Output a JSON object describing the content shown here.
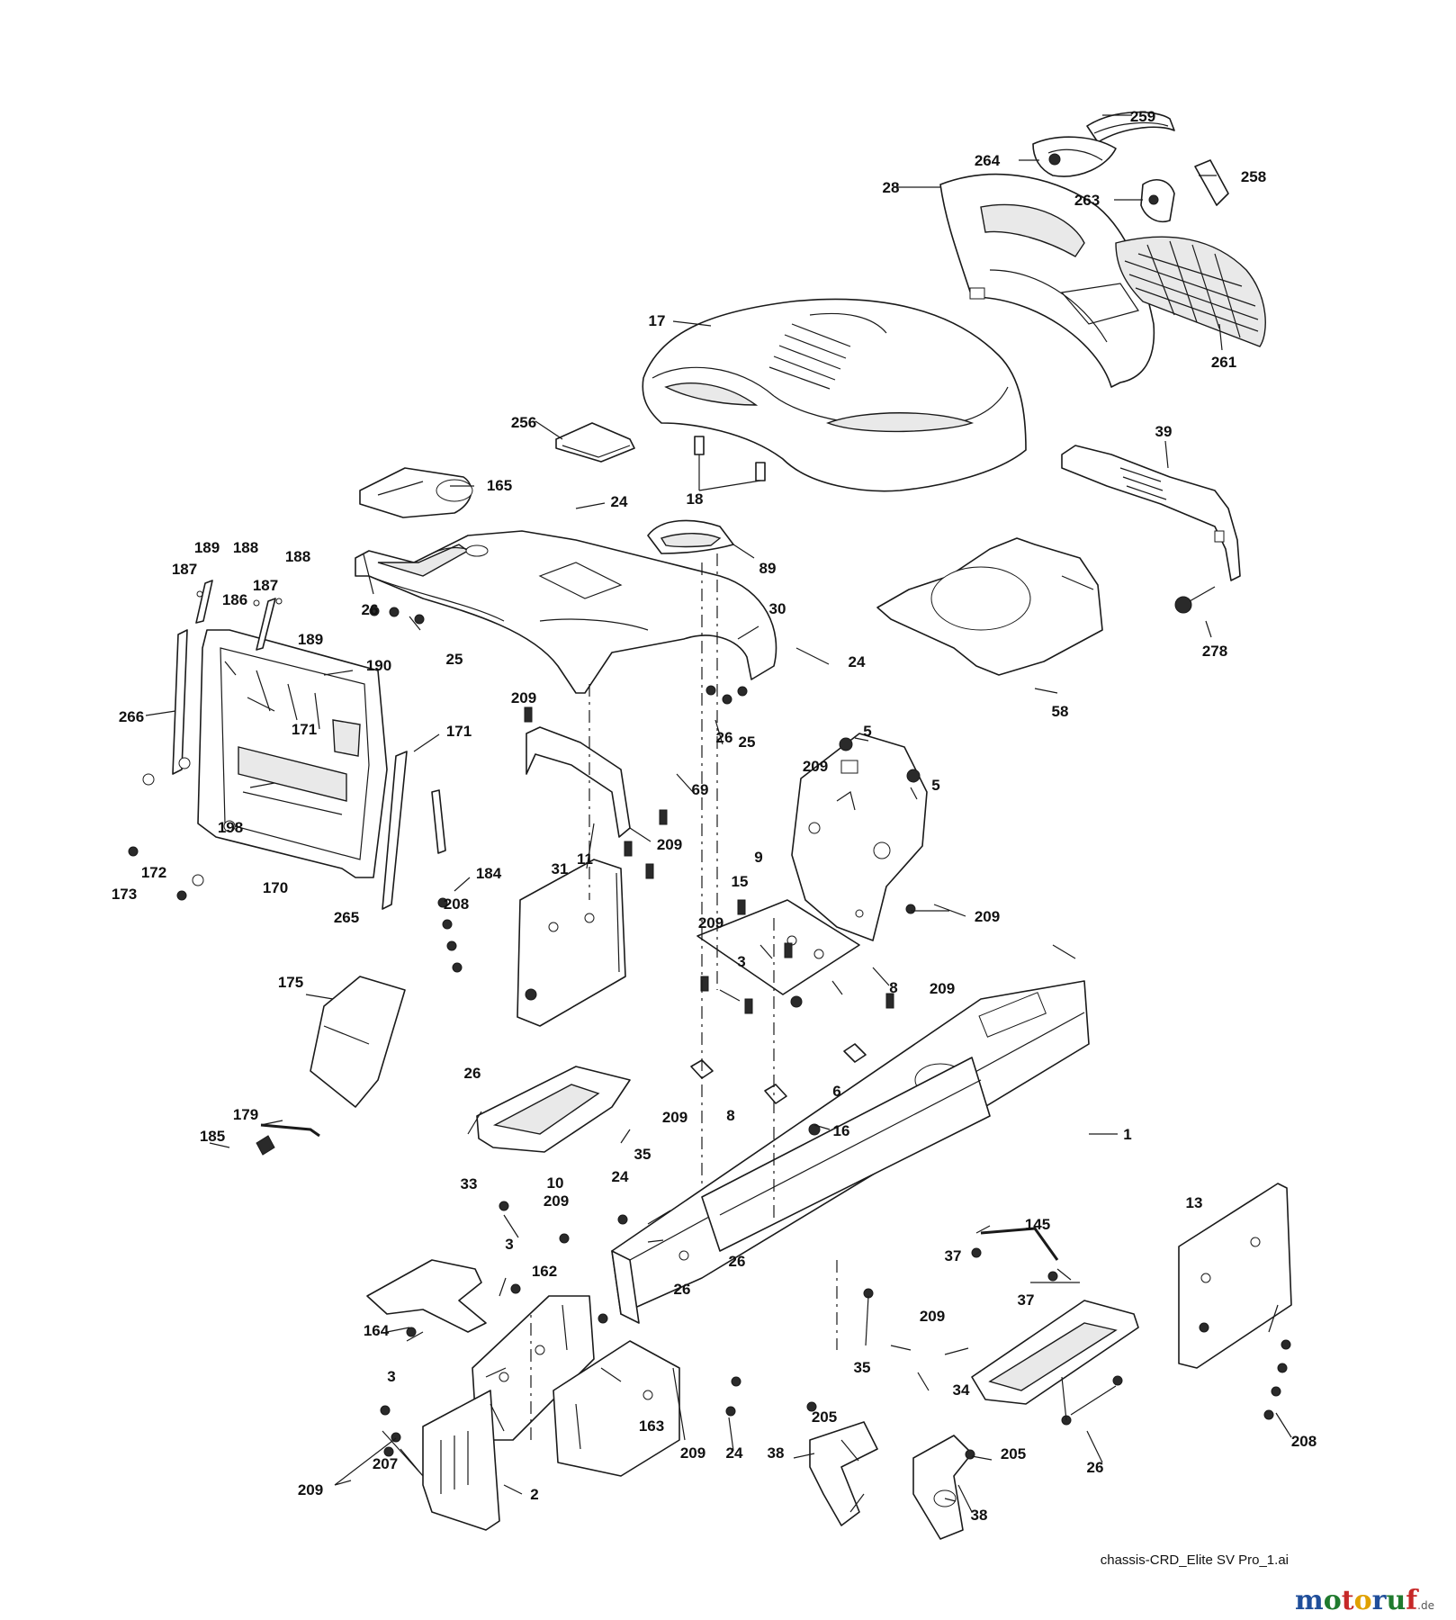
{
  "diagram": {
    "file_caption": "chassis-CRD_Elite SV Pro_1.ai",
    "brand": {
      "letters": [
        "m",
        "o",
        "t",
        "o",
        "r",
        "u",
        "f"
      ],
      "letter_colors": [
        "#1f4e9a",
        "#1f7a2e",
        "#c62828",
        "#e0a100",
        "#1f4e9a",
        "#1f7a2e",
        "#c62828"
      ],
      "suffix": ".de"
    },
    "callouts": [
      "259",
      "264",
      "258",
      "28",
      "263",
      "17",
      "261",
      "256",
      "165",
      "18",
      "39",
      "24",
      "89",
      "189",
      "188",
      "187",
      "188",
      "187",
      "186",
      "189",
      "26",
      "25",
      "30",
      "24",
      "190",
      "266",
      "171",
      "171",
      "209",
      "26",
      "25",
      "58",
      "278",
      "5",
      "209",
      "5",
      "69",
      "31",
      "209",
      "198",
      "172",
      "173",
      "170",
      "265",
      "184",
      "11",
      "9",
      "15",
      "209",
      "208",
      "209",
      "3",
      "209",
      "175",
      "8",
      "26",
      "6",
      "8",
      "209",
      "179",
      "185",
      "35",
      "16",
      "33",
      "10",
      "1",
      "24",
      "209",
      "13",
      "3",
      "162",
      "26",
      "26",
      "145",
      "37",
      "164",
      "209",
      "37",
      "3",
      "35",
      "34",
      "205",
      "163",
      "209",
      "24",
      "207",
      "209",
      "2",
      "38",
      "205",
      "38",
      "26",
      "208"
    ]
  }
}
